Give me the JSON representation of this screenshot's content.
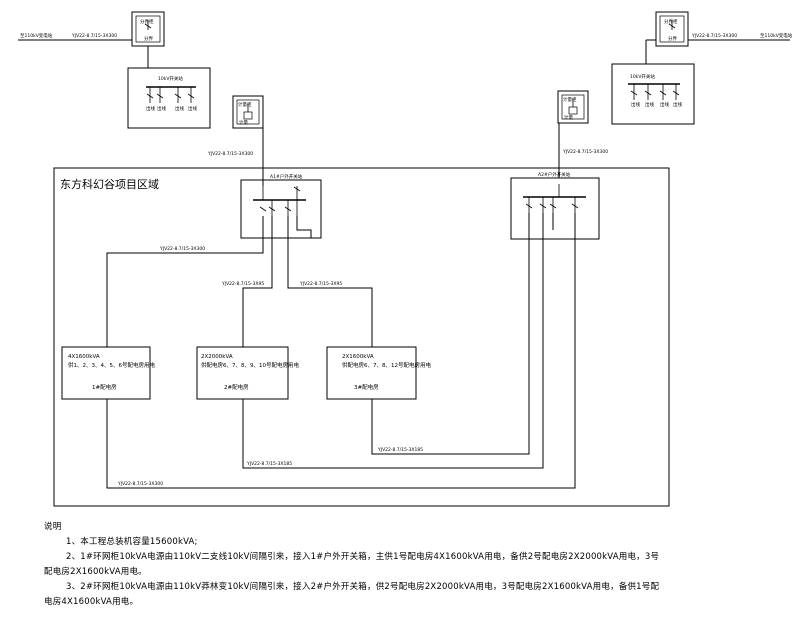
{
  "region": {
    "title": "东方科幻谷项目区域"
  },
  "substations": [
    {
      "id": "s1",
      "name": "1#配电房",
      "capacity": "4X1600kVA",
      "description": "供1、2、3、4、5、6号配电房用电"
    },
    {
      "id": "s2",
      "name": "2#配电房",
      "capacity": "2X2000kVA",
      "description": "供配电房6、7、8、9、10号配电房用电"
    },
    {
      "id": "s3",
      "name": "3#配电房",
      "capacity": "2X1600kVA",
      "description": "供配电房6、7、8、12号配电房用电"
    }
  ],
  "labels": {
    "left_source": "至110kV变电站",
    "left_source_cable": "YJV22-8.7/15-3X300",
    "right_source": "至110kV变电站",
    "right_source_cable": "YJV22-8.7/15-3X300",
    "left_station_name": "10kV开关站",
    "right_station_name": "10kV开关站",
    "left_meter_title": "计量柜",
    "right_meter_title": "计量柜",
    "left_meter_sub": "计量",
    "right_meter_sub": "计量",
    "left_feed_cable": "YJV22-8.7/15-3X300",
    "right_feed_cable": "YJV22-8.7/15-3X300",
    "left_top_cabinet": "分界柜",
    "right_top_cabinet": "分界柜",
    "left_top_cabinet_sub": "分界",
    "right_top_cabinet_sub": "分界",
    "sw_a1": "A1#户外开关站",
    "sw_a2": "A2#户外开关站",
    "feed_cable_1": "YJV22-8.7/15-3X300",
    "feed_cable_2": "YJV22-8.7/15-3X95",
    "feed_cable_3": "YJV22-8.7/15-3X95",
    "bottom_cable_1": "YJV22-8.7/15-3X185",
    "bottom_cable_2": "YJV22-8.7/15-3X185",
    "bottom_cable_3": "YJV22-8.7/15-3X300",
    "left_bay_labels": [
      "出线",
      "出线",
      "出线",
      "出线"
    ],
    "right_bay_labels": [
      "出线",
      "出线",
      "出线",
      "出线"
    ]
  },
  "notes": {
    "heading": "说明",
    "items": [
      {
        "text": "1、本工程总装机容量15600kVA;"
      },
      {
        "text": "2、1#环网柜10kVA电源由110kV二支线10kV间隔引来，接入1#户外开关箱，主供1号配电房4X1600kVA用电，备供2号配电房2X2000kVA用电，3号",
        "cont": "配电房2X1600kVA用电。"
      },
      {
        "text": "3、2#环网柜10kVA电源由110kV莽林变10kV间隔引来，接入2#户外开关箱，供2号配电房2X2000kVA用电，3号配电房2X1600kVA用电，备供1号配",
        "cont": "电房4X1600kVA用电。"
      }
    ]
  }
}
